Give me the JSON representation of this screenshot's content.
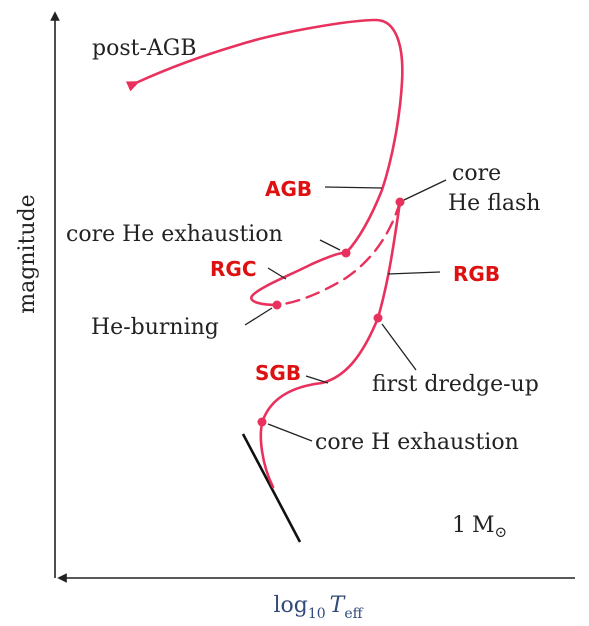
{
  "axes": {
    "y_label": "magnitude",
    "x_label_main": "log",
    "x_label_sub": "10",
    "x_label_var": "T",
    "x_label_var_sub": "eff"
  },
  "mass_label": {
    "value": "1",
    "unit": "M",
    "unit_symbol": "⊙"
  },
  "phases": {
    "agb": "AGB",
    "rgc": "RGC",
    "rgb": "RGB",
    "sgb": "SGB"
  },
  "annotations": {
    "post_agb": "post-AGB",
    "core_he_flash_line1": "core",
    "core_he_flash_line2": "He flash",
    "core_he_exhaustion": "core He exhaustion",
    "he_burning": "He-burning",
    "first_dredge_up": "first dredge-up",
    "core_h_exhaustion": "core H exhaustion"
  },
  "colors": {
    "track": "#e8315d",
    "phase_label": "#dd1111",
    "axis": "#222222",
    "main_sequence": "#111111"
  }
}
